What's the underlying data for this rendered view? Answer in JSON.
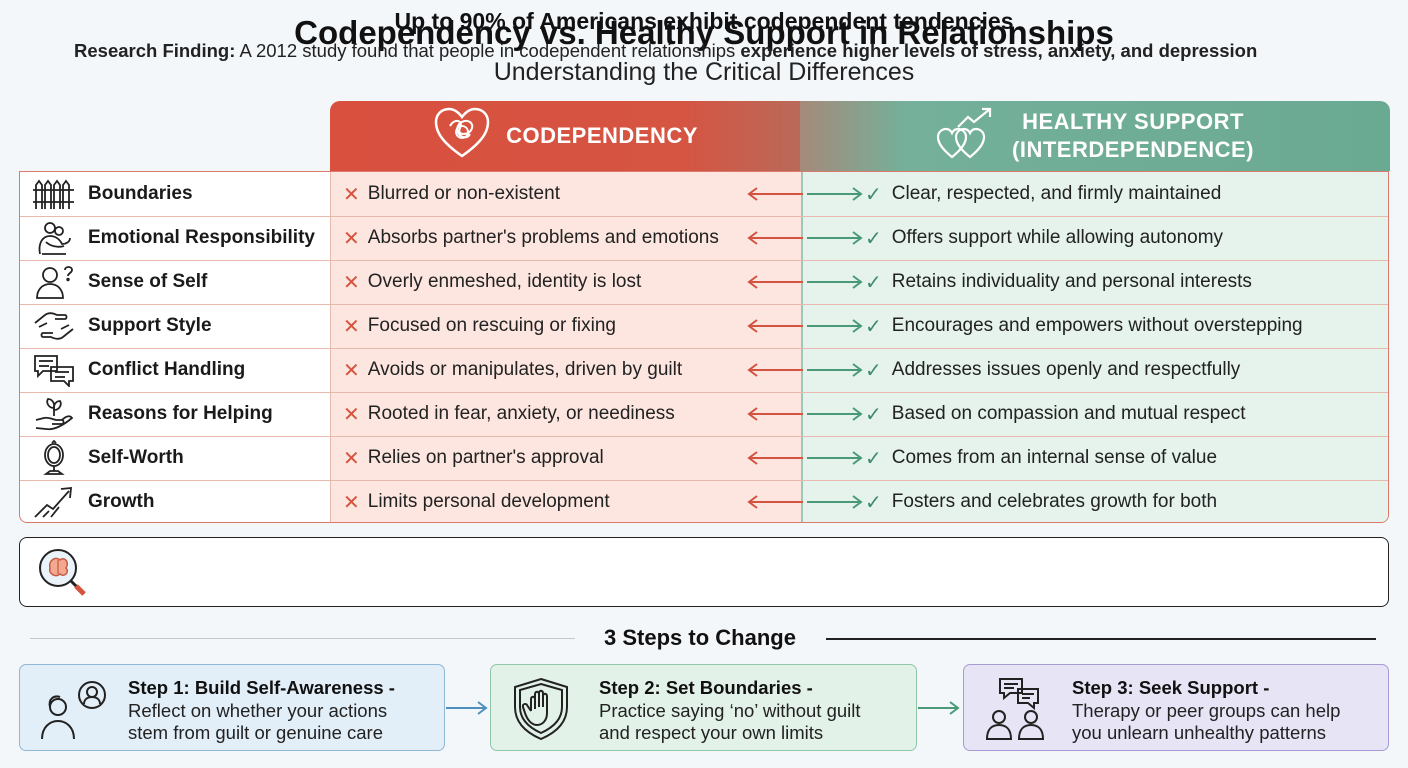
{
  "title": "Codependency vs. Healthy Support in Relationships",
  "subtitle": "Understanding the Critical Differences",
  "columns": {
    "codependency": "CODEPENDENCY",
    "healthy_line1": "HEALTHY SUPPORT",
    "healthy_line2": "(INTERDEPENDENCE)"
  },
  "rows": [
    {
      "label": "Boundaries",
      "icon": "fence-icon",
      "codep": "Blurred or non-existent",
      "healthy": "Clear, respected, and firmly maintained"
    },
    {
      "label": "Emotional Responsibility",
      "icon": "hug-icon",
      "codep": "Absorbs partner's problems and emotions",
      "healthy": "Offers support while allowing autonomy"
    },
    {
      "label": "Sense of Self",
      "icon": "person-question-icon",
      "codep": "Overly enmeshed, identity is lost",
      "healthy": "Retains individuality and personal interests"
    },
    {
      "label": "Support Style",
      "icon": "helping-hands-icon",
      "codep": "Focused on rescuing or fixing",
      "healthy": "Encourages and empowers without overstepping"
    },
    {
      "label": "Conflict Handling",
      "icon": "chat-bubbles-icon",
      "codep": "Avoids or manipulates, driven by guilt",
      "healthy": "Addresses issues openly and respectfully"
    },
    {
      "label": "Reasons for Helping",
      "icon": "plant-hand-icon",
      "codep": "Rooted in fear, anxiety, or neediness",
      "healthy": "Based on compassion and mutual respect"
    },
    {
      "label": "Self-Worth",
      "icon": "mirror-icon",
      "codep": "Relies on partner's approval",
      "healthy": "Comes from an internal sense of value"
    },
    {
      "label": "Growth",
      "icon": "growth-arrow-icon",
      "codep": "Limits personal development",
      "healthy": "Fosters and celebrates growth for both"
    }
  ],
  "stat": {
    "headline": "Up to 90% of Americans exhibit codependent tendencies",
    "label": "Research Finding:",
    "text": " A 2012 study found that people in codependent relationships ",
    "emphasis": "experience higher levels of stress, anxiety, and depression"
  },
  "steps_title": "3 Steps to Change",
  "steps": [
    {
      "title": "Step 1: Build Self-Awareness -",
      "line1": "Reflect on whether your actions",
      "line2": "stem from guilt or genuine care",
      "icon": "self-reflection-icon"
    },
    {
      "title": "Step 2: Set Boundaries -",
      "line1": "Practice saying ‘no’ without guilt",
      "line2": "and respect your own limits",
      "icon": "shield-hand-icon"
    },
    {
      "title": "Step 3: Seek Support -",
      "line1": "Therapy or peer groups can help",
      "line2": "you unlearn unhealthy patterns",
      "icon": "support-group-icon"
    }
  ],
  "colors": {
    "codep": "#d9503f",
    "healthy": "#6aa992",
    "codep_bg": "#fde6e0",
    "healthy_bg": "#e5f3ec"
  }
}
